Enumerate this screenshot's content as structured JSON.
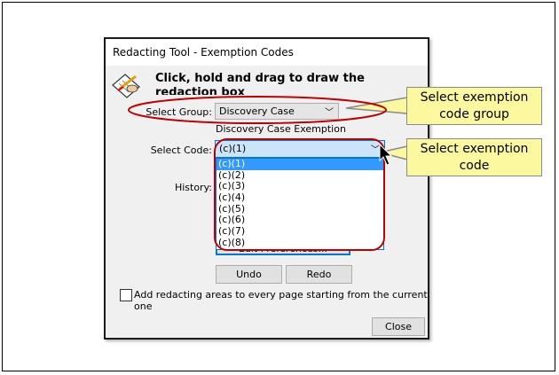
{
  "dialog": {
    "title": "Redacting Tool - Exemption Codes",
    "heading": "Click, hold and drag to draw the redaction box",
    "icon": "redaction-pencil-icon",
    "select_group_label": "Select Group:",
    "select_group_value": "Discovery Case",
    "group_description": "Discovery Case Exemption",
    "select_code_label": "Select Code:",
    "select_code_value": "(c)(1)",
    "code_options": [
      "(c)(1)",
      "(c)(2)",
      "(c)(3)",
      "(c)(4)",
      "(c)(5)",
      "(c)(6)",
      "(c)(7)",
      "(c)(8)"
    ],
    "selected_option": "(c)(1)",
    "history_label": "History:",
    "edit_preferences_label": "Edit Preferences...",
    "undo_label": "Undo",
    "redo_label": "Redo",
    "checkbox_label": "Add redacting areas to every page starting from the current one",
    "checkbox_checked": false,
    "close_label": "Close"
  },
  "callouts": [
    {
      "text": "Select exemption code group"
    },
    {
      "text": "Select exemption code"
    }
  ],
  "colors": {
    "highlight": "#3399ff",
    "annotation": "#c00000",
    "callout": "#fbf8a0"
  }
}
